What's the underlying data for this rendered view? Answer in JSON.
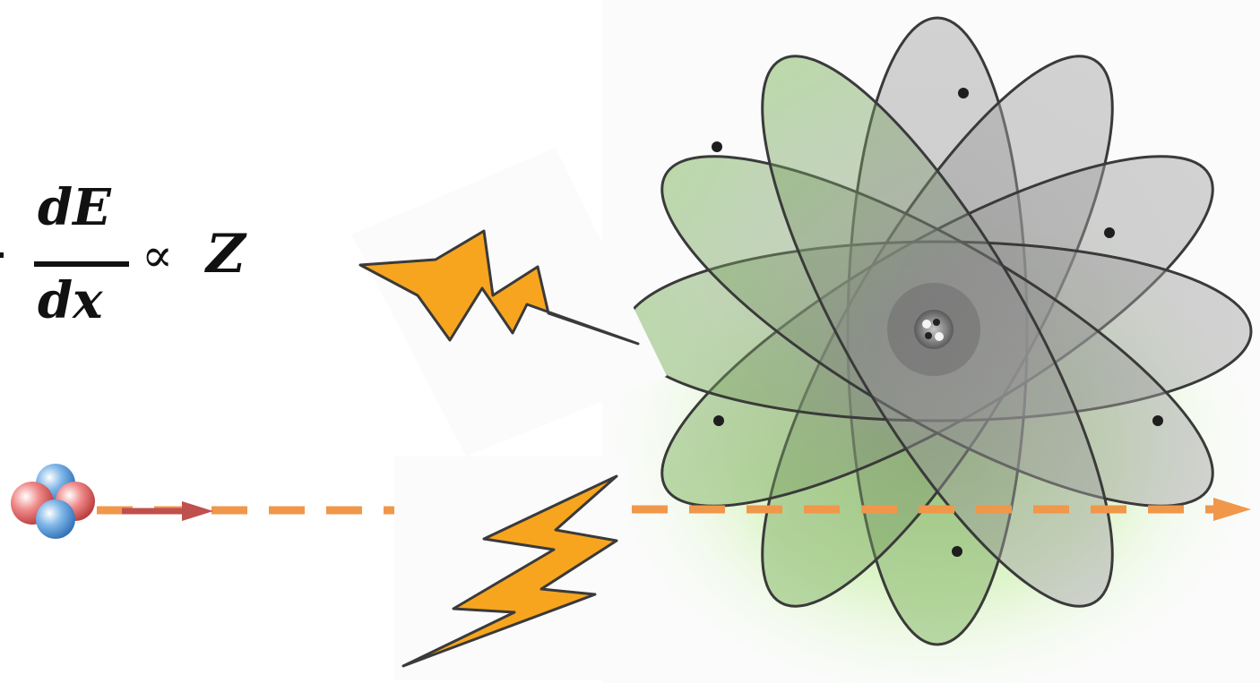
{
  "formula": {
    "minus": "−",
    "numerator": "dE",
    "denominator": "dx",
    "relation": "∝",
    "rhs": "Z"
  },
  "colors": {
    "beam_dash": "#f0974a",
    "particle_arrow": "#c0504d",
    "lightning_fill": "#f7a51f",
    "lightning_stroke": "#3a3a3a",
    "orbit_fill_gray": "#9a9a9a",
    "orbit_fill_green": "#7bc95a",
    "glow_green": "#b7ec8e"
  },
  "icons": [
    "alpha-particle-icon",
    "lightning-bolt-icon",
    "atom-icon",
    "nucleus-icon",
    "electron-icon"
  ]
}
